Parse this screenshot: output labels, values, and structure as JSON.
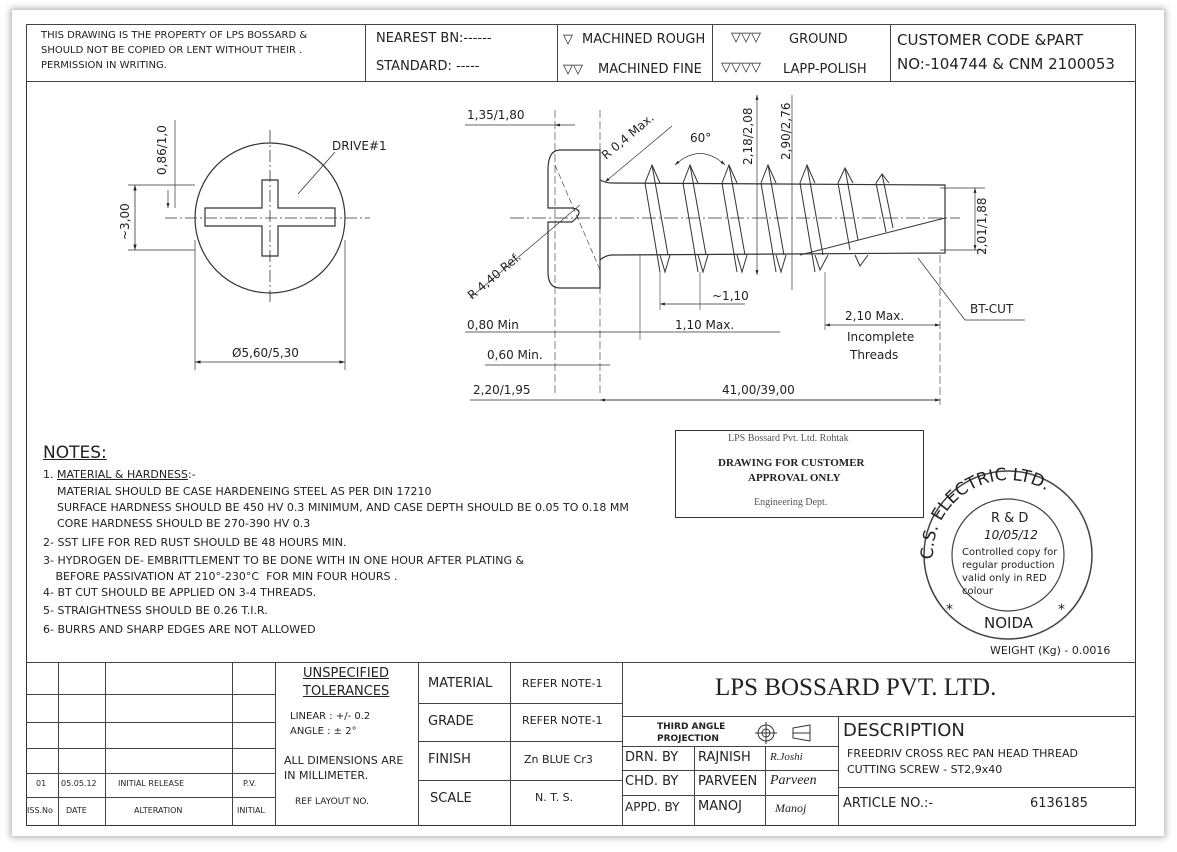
{
  "header": {
    "notice": [
      "THIS DRAWING IS THE PROPERTY OF LPS BOSSARD &",
      "SHOULD NOT BE COPIED OR LENT WITHOUT THEIR  .",
      "PERMISSION IN WRITING."
    ],
    "nearest_bn": "NEAREST BN:------",
    "standard": "STANDARD: -----",
    "machined_rough": "MACHINED ROUGH",
    "machined_fine": "MACHINED FINE",
    "ground": "GROUND",
    "lapp_polish": "LAPP-POLISH",
    "sym1": "▽",
    "sym2": "▽▽",
    "sym3": "▽▽▽",
    "sym4": "▽▽▽▽",
    "customer_code": [
      "CUSTOMER CODE &PART",
      "NO:-104744 & CNM 2100053"
    ]
  },
  "front_view": {
    "drive": "DRIVE#1",
    "recess_depth": "0,86/1,0",
    "recess_width": "~3,00",
    "head_diameter": "Ø5,60/5,30"
  },
  "side_view": {
    "head_height": "1,35/1,80",
    "fillet_radius": "R 0,4 Max.",
    "thread_angle": "60°",
    "minor_diameter": "2,18/2,08",
    "major_diameter": "2,90/2,76",
    "tip_diameter": "2,01/1,88",
    "head_radius": "R 4,40 Ref.",
    "pitch": "~1,10",
    "min_080": "0,80 Min",
    "max_110": "1,10 Max.",
    "min_060": "0,60 Min.",
    "incomplete_len": "2,10 Max.",
    "incomplete_label": [
      "Incomplete",
      "Threads"
    ],
    "bt_cut": "BT-CUT",
    "head_thickness": "2,20/1,95",
    "length": "41,00/39,00"
  },
  "notes": {
    "title": "NOTES:",
    "n1_num": "1.",
    "n1_title": "MATERIAL & HARDNESS",
    "n1_suffix": ":-",
    "n1_lines": [
      "MATERIAL SHOULD BE CASE HARDENEING STEEL AS PER DIN 17210",
      "SURFACE HARDNESS SHOULD BE 450 HV 0.3 MINIMUM, AND CASE DEPTH SHOULD BE 0.05 TO 0.18 MM",
      "CORE HARDNESS SHOULD BE 270-390 HV 0.3"
    ],
    "items": [
      "2- SST LIFE FOR RED RUST SHOULD BE 48 HOURS MIN.",
      "3- HYDROGEN DE- EMBRITTLEMENT TO BE DONE WITH IN ONE HOUR AFTER PLATING &",
      "   BEFORE PASSIVATION AT 210°-230°C  FOR MIN FOUR HOURS .",
      "4- BT CUT SHOULD BE APPLIED ON 3-4 THREADS.",
      "5- STRAIGHTNESS SHOULD BE 0.26 T.I.R.",
      "6- BURRS AND SHARP EDGES ARE NOT ALLOWED"
    ]
  },
  "stamp": {
    "line1": "LPS Bossard Pvt. Ltd. Rohtak",
    "line2": "DRAWING FOR CUSTOMER",
    "line3": "APPROVAL ONLY",
    "line4": "Engineering Dept.",
    "seal_ring": "C.S. ELECTRIC LTD.",
    "seal_dept": "R & D",
    "seal_inner": [
      "Controlled copy for",
      "regular production",
      "valid only in RED",
      "colour"
    ],
    "seal_city": "NOIDA",
    "seal_date": "10/05/12"
  },
  "weight": "WEIGHT (Kg) - 0.0016",
  "title_block": {
    "revision": {
      "iss": "01",
      "date": "05.05.12",
      "alteration": "INITIAL RELEASE",
      "initial": "P.V."
    },
    "revision_headers": {
      "iss": "ISS.No",
      "date": "DATE",
      "alteration": "ALTERATION",
      "initial": "INITIAL"
    },
    "tolerances_title": [
      "UNSPECIFIED",
      "TOLERANCES"
    ],
    "linear": "LINEAR : +/- 0.2",
    "angle": "ANGLE  : ± 2°",
    "units": [
      "ALL DIMENSIONS ARE",
      "IN MILLIMETER."
    ],
    "ref_layout": "REF LAYOUT NO.",
    "properties": [
      {
        "label": "MATERIAL",
        "value": "REFER NOTE-1"
      },
      {
        "label": "GRADE",
        "value": "REFER NOTE-1"
      },
      {
        "label": "FINISH",
        "value": "Zn BLUE Cr3"
      },
      {
        "label": "SCALE",
        "value": "N. T. S."
      }
    ],
    "company": "LPS BOSSARD PVT. LTD.",
    "projection": [
      "THIRD ANGLE",
      "PROJECTION"
    ],
    "signoff": [
      {
        "role": "DRN. BY",
        "name": "RAJNISH",
        "sign": "R.Joshi"
      },
      {
        "role": "CHD. BY",
        "name": "PARVEEN",
        "sign": "Parveen"
      },
      {
        "role": "APPD. BY",
        "name": "MANOJ",
        "sign": "Manoj"
      }
    ],
    "description_title": "DESCRIPTION",
    "description": [
      "FREEDRIV CROSS REC PAN HEAD THREAD",
      "CUTTING SCREW - ST2,9x40"
    ],
    "article_label": "ARTICLE NO.:-",
    "article_no": "6136185"
  }
}
